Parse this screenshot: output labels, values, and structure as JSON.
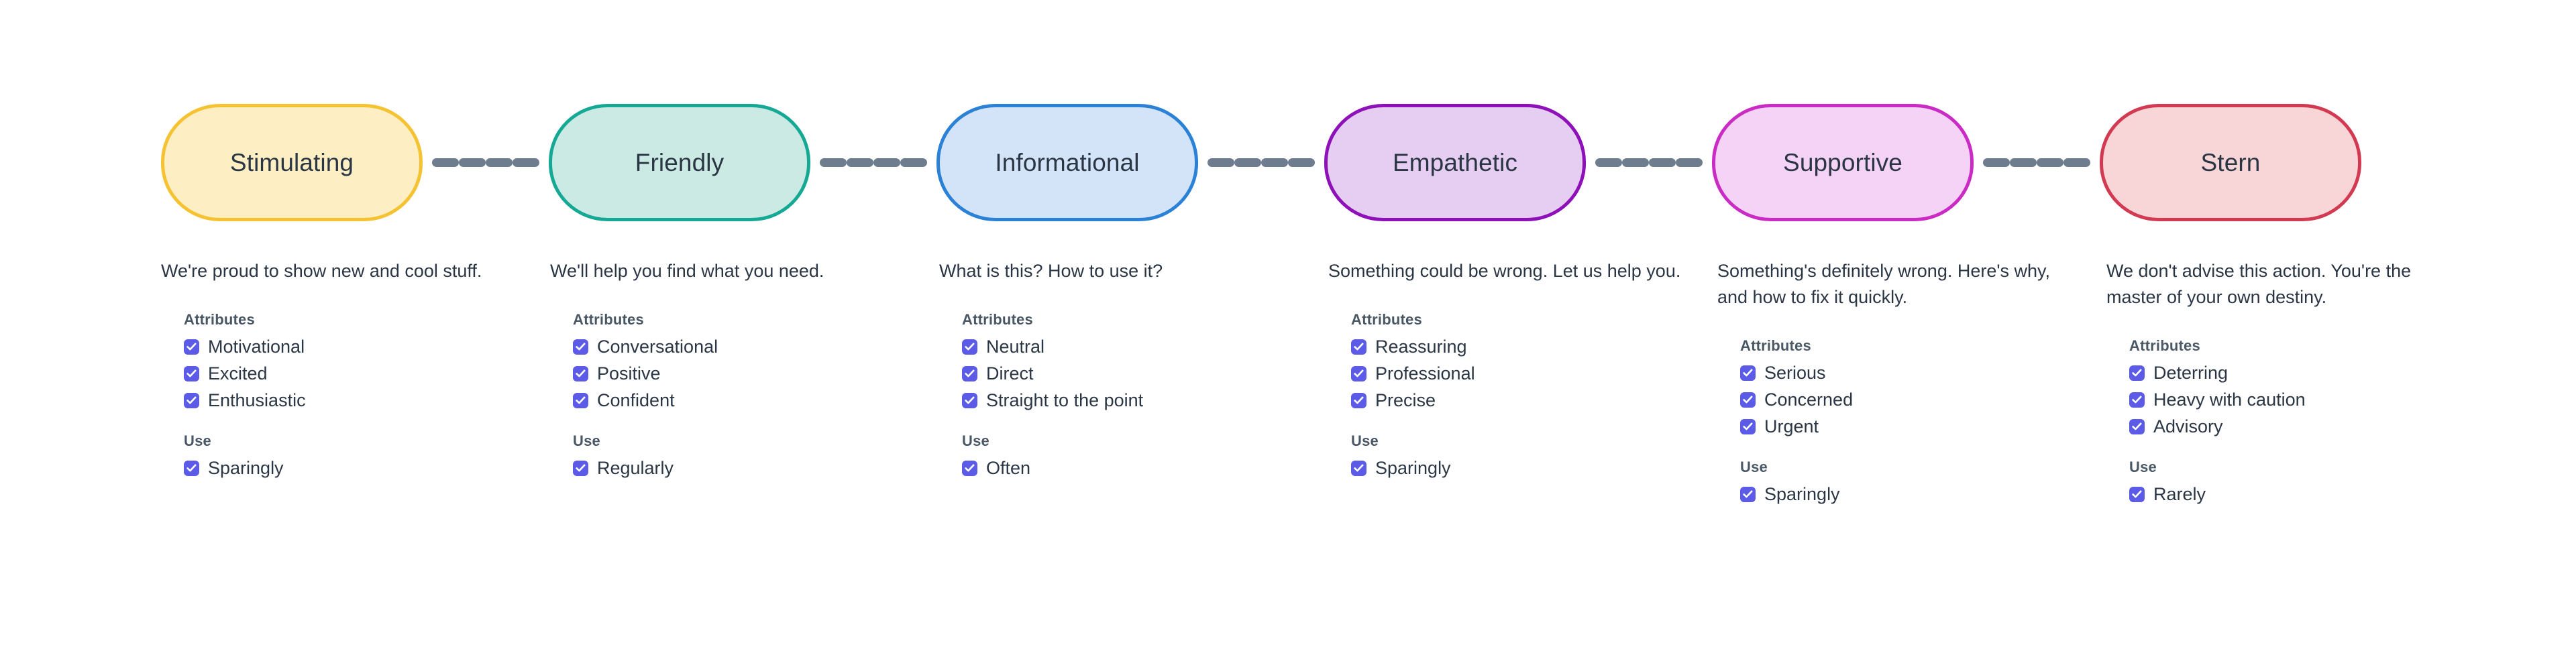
{
  "palette": {
    "text_dark": "#2b3644",
    "label_gray": "#4a5866",
    "connector_gray": "#6d7d8d",
    "checkbox_purple": "#5b5be8",
    "background": "#ffffff"
  },
  "group_titles": {
    "attributes": "Attributes",
    "use": "Use"
  },
  "connector": {
    "dash_count": 4,
    "color": "#6d7d8d"
  },
  "tones": [
    {
      "name": "Stimulating",
      "border_color": "#f5c231",
      "fill_color": "#fdeec4",
      "description": "We're proud to show new and cool stuff.",
      "attributes": [
        "Motivational",
        "Excited",
        "Enthusiastic"
      ],
      "use": [
        "Sparingly"
      ]
    },
    {
      "name": "Friendly",
      "border_color": "#15a894",
      "fill_color": "#cceae4",
      "description": "We'll help you find what you need.",
      "attributes": [
        "Conversational",
        "Positive",
        "Confident"
      ],
      "use": [
        "Regularly"
      ]
    },
    {
      "name": "Informational",
      "border_color": "#2a81d6",
      "fill_color": "#d3e4f8",
      "description": "What is this? How to use it?",
      "attributes": [
        "Neutral",
        "Direct",
        "Straight to the point"
      ],
      "use": [
        "Often"
      ]
    },
    {
      "name": "Empathetic",
      "border_color": "#8e10b9",
      "fill_color": "#e6cdf2",
      "description": "Something could be wrong. Let us help you.",
      "attributes": [
        "Reassuring",
        "Professional",
        "Precise"
      ],
      "use": [
        "Sparingly"
      ]
    },
    {
      "name": "Supportive",
      "border_color": "#ca2bc4",
      "fill_color": "#f4d3f7",
      "description": "Something's definitely wrong. Here's why, and how to fix it quickly.",
      "attributes": [
        "Serious",
        "Concerned",
        "Urgent"
      ],
      "use": [
        "Sparingly"
      ]
    },
    {
      "name": "Stern",
      "border_color": "#d23a52",
      "fill_color": "#f8d6d8",
      "description": "We don't advise this action. You're the master of your own destiny.",
      "attributes": [
        "Deterring",
        "Heavy with caution",
        "Advisory"
      ],
      "use": [
        "Rarely"
      ]
    }
  ]
}
